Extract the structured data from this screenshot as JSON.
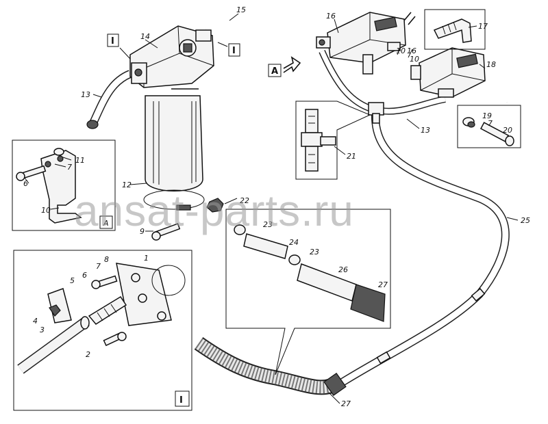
{
  "labels": {
    "n1": "1",
    "n2": "2",
    "n3": "3",
    "n4": "4",
    "n5": "5",
    "n6": "6",
    "n7": "7",
    "n8": "8",
    "n9": "9",
    "n10": "10",
    "n11": "11",
    "n12": "12",
    "n13": "13",
    "n14": "14",
    "n15": "15",
    "n16": "16",
    "n17": "17",
    "n18": "18",
    "n19": "19",
    "n20": "20",
    "n21": "21",
    "n22": "22",
    "n23": "23",
    "n24": "24",
    "n25": "25",
    "n26": "26",
    "n27": "27"
  },
  "view_marks": {
    "roman": "I",
    "view_a": "A"
  },
  "watermark": "ansat-parts.ru"
}
